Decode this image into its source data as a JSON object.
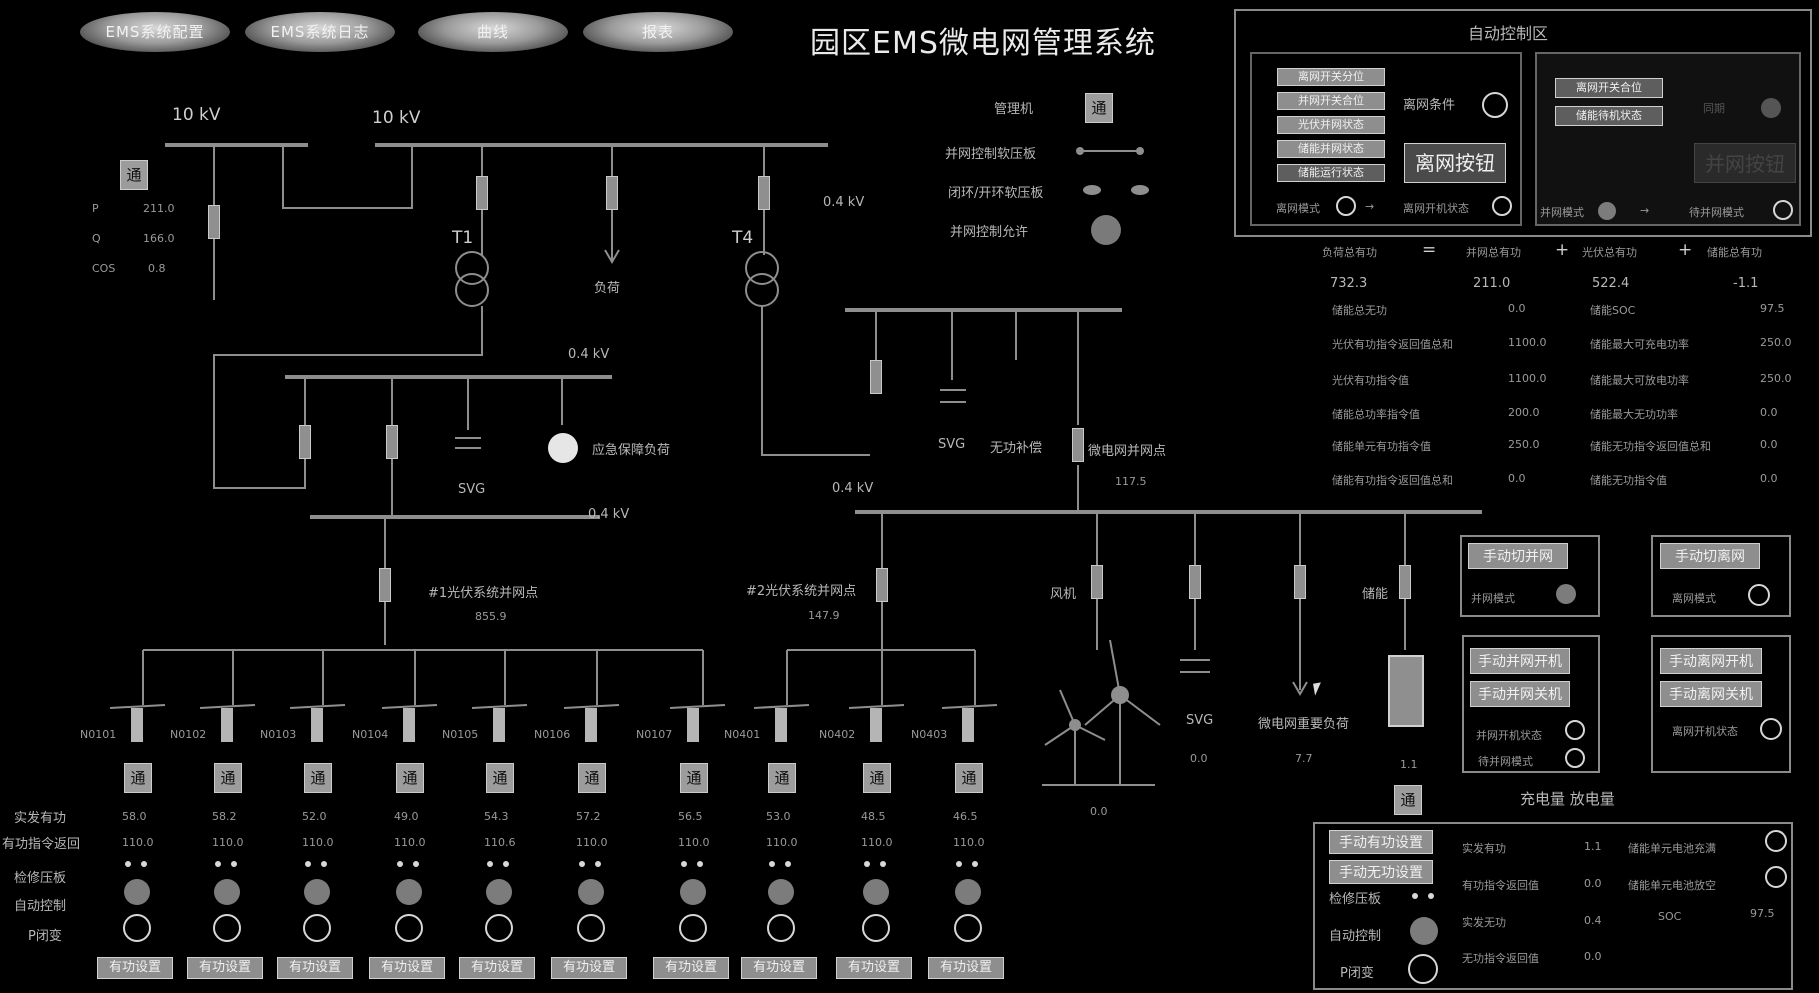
{
  "nav": {
    "btn1": "EMS系统配置",
    "btn2": "EMS系统日志",
    "btn3": "曲线",
    "btn4": "报表"
  },
  "title": "园区EMS微电网管理系统",
  "legend": {
    "mgr": "管理机",
    "tong": "通",
    "hard": "并网控制软压板",
    "soft": "闭环/开环软压板",
    "relay": "并网控制允许"
  },
  "bus": {
    "hv1": "10 kV",
    "hv2": "10 kV",
    "lv1": "0.4 kV",
    "lv2": "0.4 kV",
    "lv3": "0.4 kV",
    "lv4": "0.4 kV"
  },
  "meter": {
    "p": "P",
    "q": "Q",
    "cos": "COS",
    "p_val": "211.0",
    "q_val": "166.0",
    "cos_val": "0.8",
    "tong": "通"
  },
  "trafo": {
    "t1": "T1",
    "t4": "T4",
    "load": "负荷"
  },
  "lvbranch": {
    "svg": "SVG",
    "lamp": "应急保障负荷"
  },
  "pv": {
    "pv1_point": "#1光伏系统并网点",
    "pv1_val": "855.9",
    "pv2_point": "#2光伏系统并网点",
    "pv2_val": "147.9"
  },
  "micro": {
    "svg2": "SVG",
    "reactive": "无功补偿",
    "pcc": "微电网并网点",
    "pcc_val": "117.5"
  },
  "feeder": {
    "wind": "风机",
    "wind_val": "0.0",
    "svg3": "SVG",
    "svg3_val": "0.0",
    "load3": "微电网重要负荷",
    "load3_val": "7.7",
    "bat": "储能",
    "bat_val": "1.1",
    "tong": "通",
    "chargedis": "充电量  放电量"
  },
  "inv_labels": {
    "p": "实发有功",
    "cmd": "有功指令返回",
    "pressure": "检修压板",
    "auto": "自动控制",
    "pr": "P闭变"
  },
  "inverters": [
    {
      "name": "N0101",
      "p": "58.0",
      "cmd": "110.0",
      "btn": "有功设置",
      "tong": "通"
    },
    {
      "name": "N0102",
      "p": "58.2",
      "cmd": "110.0",
      "btn": "有功设置",
      "tong": "通"
    },
    {
      "name": "N0103",
      "p": "52.0",
      "cmd": "110.0",
      "btn": "有功设置",
      "tong": "通"
    },
    {
      "name": "N0104",
      "p": "49.0",
      "cmd": "110.0",
      "btn": "有功设置",
      "tong": "通"
    },
    {
      "name": "N0105",
      "p": "54.3",
      "cmd": "110.6",
      "btn": "有功设置",
      "tong": "通"
    },
    {
      "name": "N0106",
      "p": "57.2",
      "cmd": "110.0",
      "btn": "有功设置",
      "tong": "通"
    },
    {
      "name": "N0107",
      "p": "56.5",
      "cmd": "110.0",
      "btn": "有功设置",
      "tong": "通"
    },
    {
      "name": "N0401",
      "p": "53.0",
      "cmd": "110.0",
      "btn": "有功设置",
      "tong": "通"
    },
    {
      "name": "N0402",
      "p": "48.5",
      "cmd": "110.0",
      "btn": "有功设置",
      "tong": "通"
    },
    {
      "name": "N0403",
      "p": "46.5",
      "cmd": "110.0",
      "btn": "有功设置",
      "tong": "通"
    }
  ],
  "auto_panel": {
    "title": "自动控制区",
    "list": [
      "离网开关分位",
      "并网开关合位",
      "光伏并网状态",
      "储能并网状态",
      "储能运行状态"
    ],
    "cond": "离网条件",
    "offgrid_btn": "离网按钮",
    "mode1": "离网模式",
    "arrow": "→",
    "state1": "离网开机状态",
    "list2": [
      "离网开关合位",
      "储能待机状态"
    ],
    "sync": "同期",
    "ongrid_btn": "并网按钮",
    "mode2": "并网模式",
    "state2": "待并网模式"
  },
  "stats": {
    "load_total": "负荷总有功",
    "eq": "=",
    "grid_total": "并网总有功",
    "plus1": "+",
    "pv_total": "光伏总有功",
    "plus2": "+",
    "bat_total": "储能总有功",
    "load_val": "732.3",
    "grid_val": "211.0",
    "pv_val": "522.4",
    "bat_val": "-1.1",
    "rows": [
      {
        "l": "储能总无功",
        "lv": "0.0",
        "r": "储能SOC",
        "rv": "97.5"
      },
      {
        "l": "光伏有功指令返回值总和",
        "lv": "1100.0",
        "r": "储能最大可充电功率",
        "rv": "250.0"
      },
      {
        "l": "光伏有功指令值",
        "lv": "1100.0",
        "r": "储能最大可放电功率",
        "rv": "250.0"
      },
      {
        "l": "储能总功率指令值",
        "lv": "200.0",
        "r": "储能最大无功功率",
        "rv": "0.0"
      },
      {
        "l": "储能单元有功指令值",
        "lv": "250.0",
        "r": "储能无功指令返回值总和",
        "rv": "0.0"
      },
      {
        "l": "储能有功指令返回值总和",
        "lv": "0.0",
        "r": "储能无功指令值",
        "rv": "0.0"
      }
    ]
  },
  "ctrl": {
    "m1": "手动切并网",
    "m1s": "并网模式",
    "m2": "手动切离网",
    "m2s": "离网模式",
    "m3a": "手动并网开机",
    "m3b": "手动并网关机",
    "m3s1": "并网开机状态",
    "m3s2": "待并网模式",
    "m4a": "手动离网开机",
    "m4b": "手动离网关机",
    "m4s": "离网开机状态"
  },
  "bat_panel": {
    "b1": "手动有功设置",
    "b2": "手动无功设置",
    "pressure": "检修压板",
    "auto": "自动控制",
    "pr": "P闭变",
    "p": "实发有功",
    "p_val": "1.1",
    "cmd": "有功指令返回值",
    "cmd_val": "0.0",
    "q": "实发无功",
    "q_val": "0.4",
    "qcmd": "无功指令返回值",
    "qcmd_val": "0.0",
    "s1": "储能单元电池充满",
    "s2": "储能单元电池放空",
    "soc": "SOC",
    "soc_val": "97.5"
  }
}
